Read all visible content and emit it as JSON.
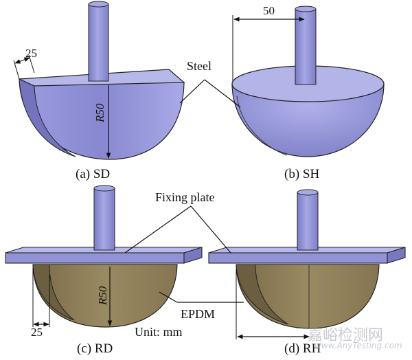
{
  "colors": {
    "steel_fill": "#8e8fd6",
    "steel_dark": "#6f70b8",
    "steel_light": "#b9bae8",
    "plate_fill": "#9a9bd6",
    "epdm_fill": "#8d7d58",
    "epdm_dark": "#6a5c3f",
    "line": "#222222",
    "watermark": "#9aa0a8"
  },
  "labels": {
    "steel": "Steel",
    "fixing_plate": "Fixing plate",
    "epdm": "EPDM",
    "unit": "Unit: mm"
  },
  "dims": {
    "sd_width": "25",
    "sd_radius": "R50",
    "sh_radius_len": "50",
    "rd_radius": "R50",
    "rd_width": "25"
  },
  "captions": {
    "a": "(a) SD",
    "b": "(b) SH",
    "c": "(c) RD",
    "d": "(d) RH"
  },
  "watermark": {
    "cn": "嘉峪检测网",
    "en": "www.AnyTesting.com"
  }
}
